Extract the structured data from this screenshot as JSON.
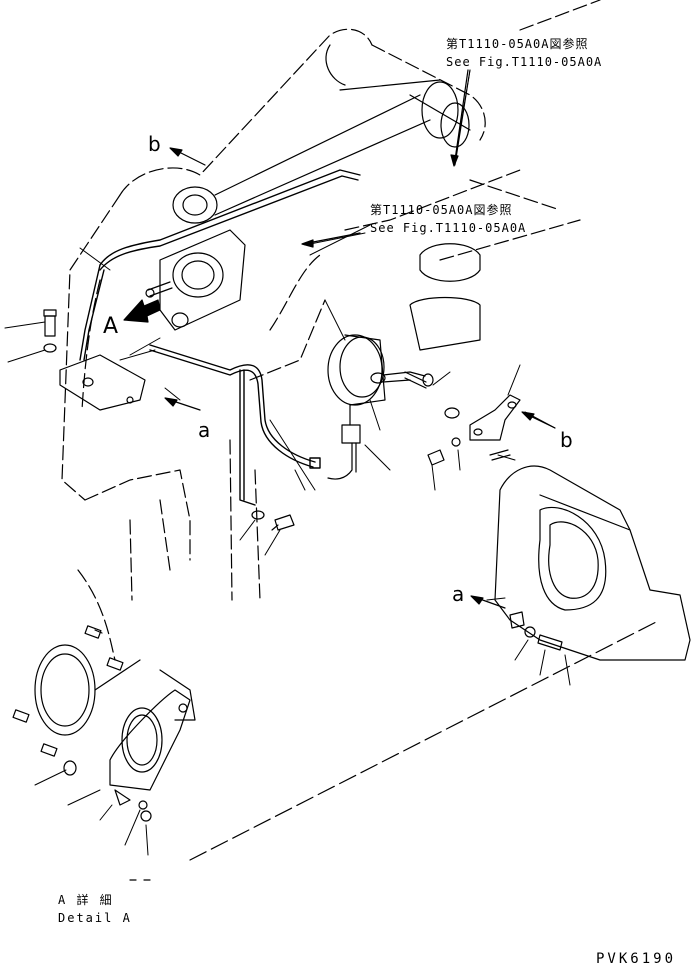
{
  "references": {
    "top": {
      "jp": "第T1110-05A0A図参照",
      "en": "See Fig.T1110-05A0A"
    },
    "middle": {
      "jp": "第T1110-05A0A図参照",
      "en": "See Fig.T1110-05A0A"
    }
  },
  "callouts": {
    "b_top": "b",
    "b_right": "b",
    "a_left": "a",
    "a_right": "a",
    "view_a": "A"
  },
  "detail": {
    "jp": "A 詳 細",
    "en": "Detail A"
  },
  "drawing_code": "PVK6190"
}
